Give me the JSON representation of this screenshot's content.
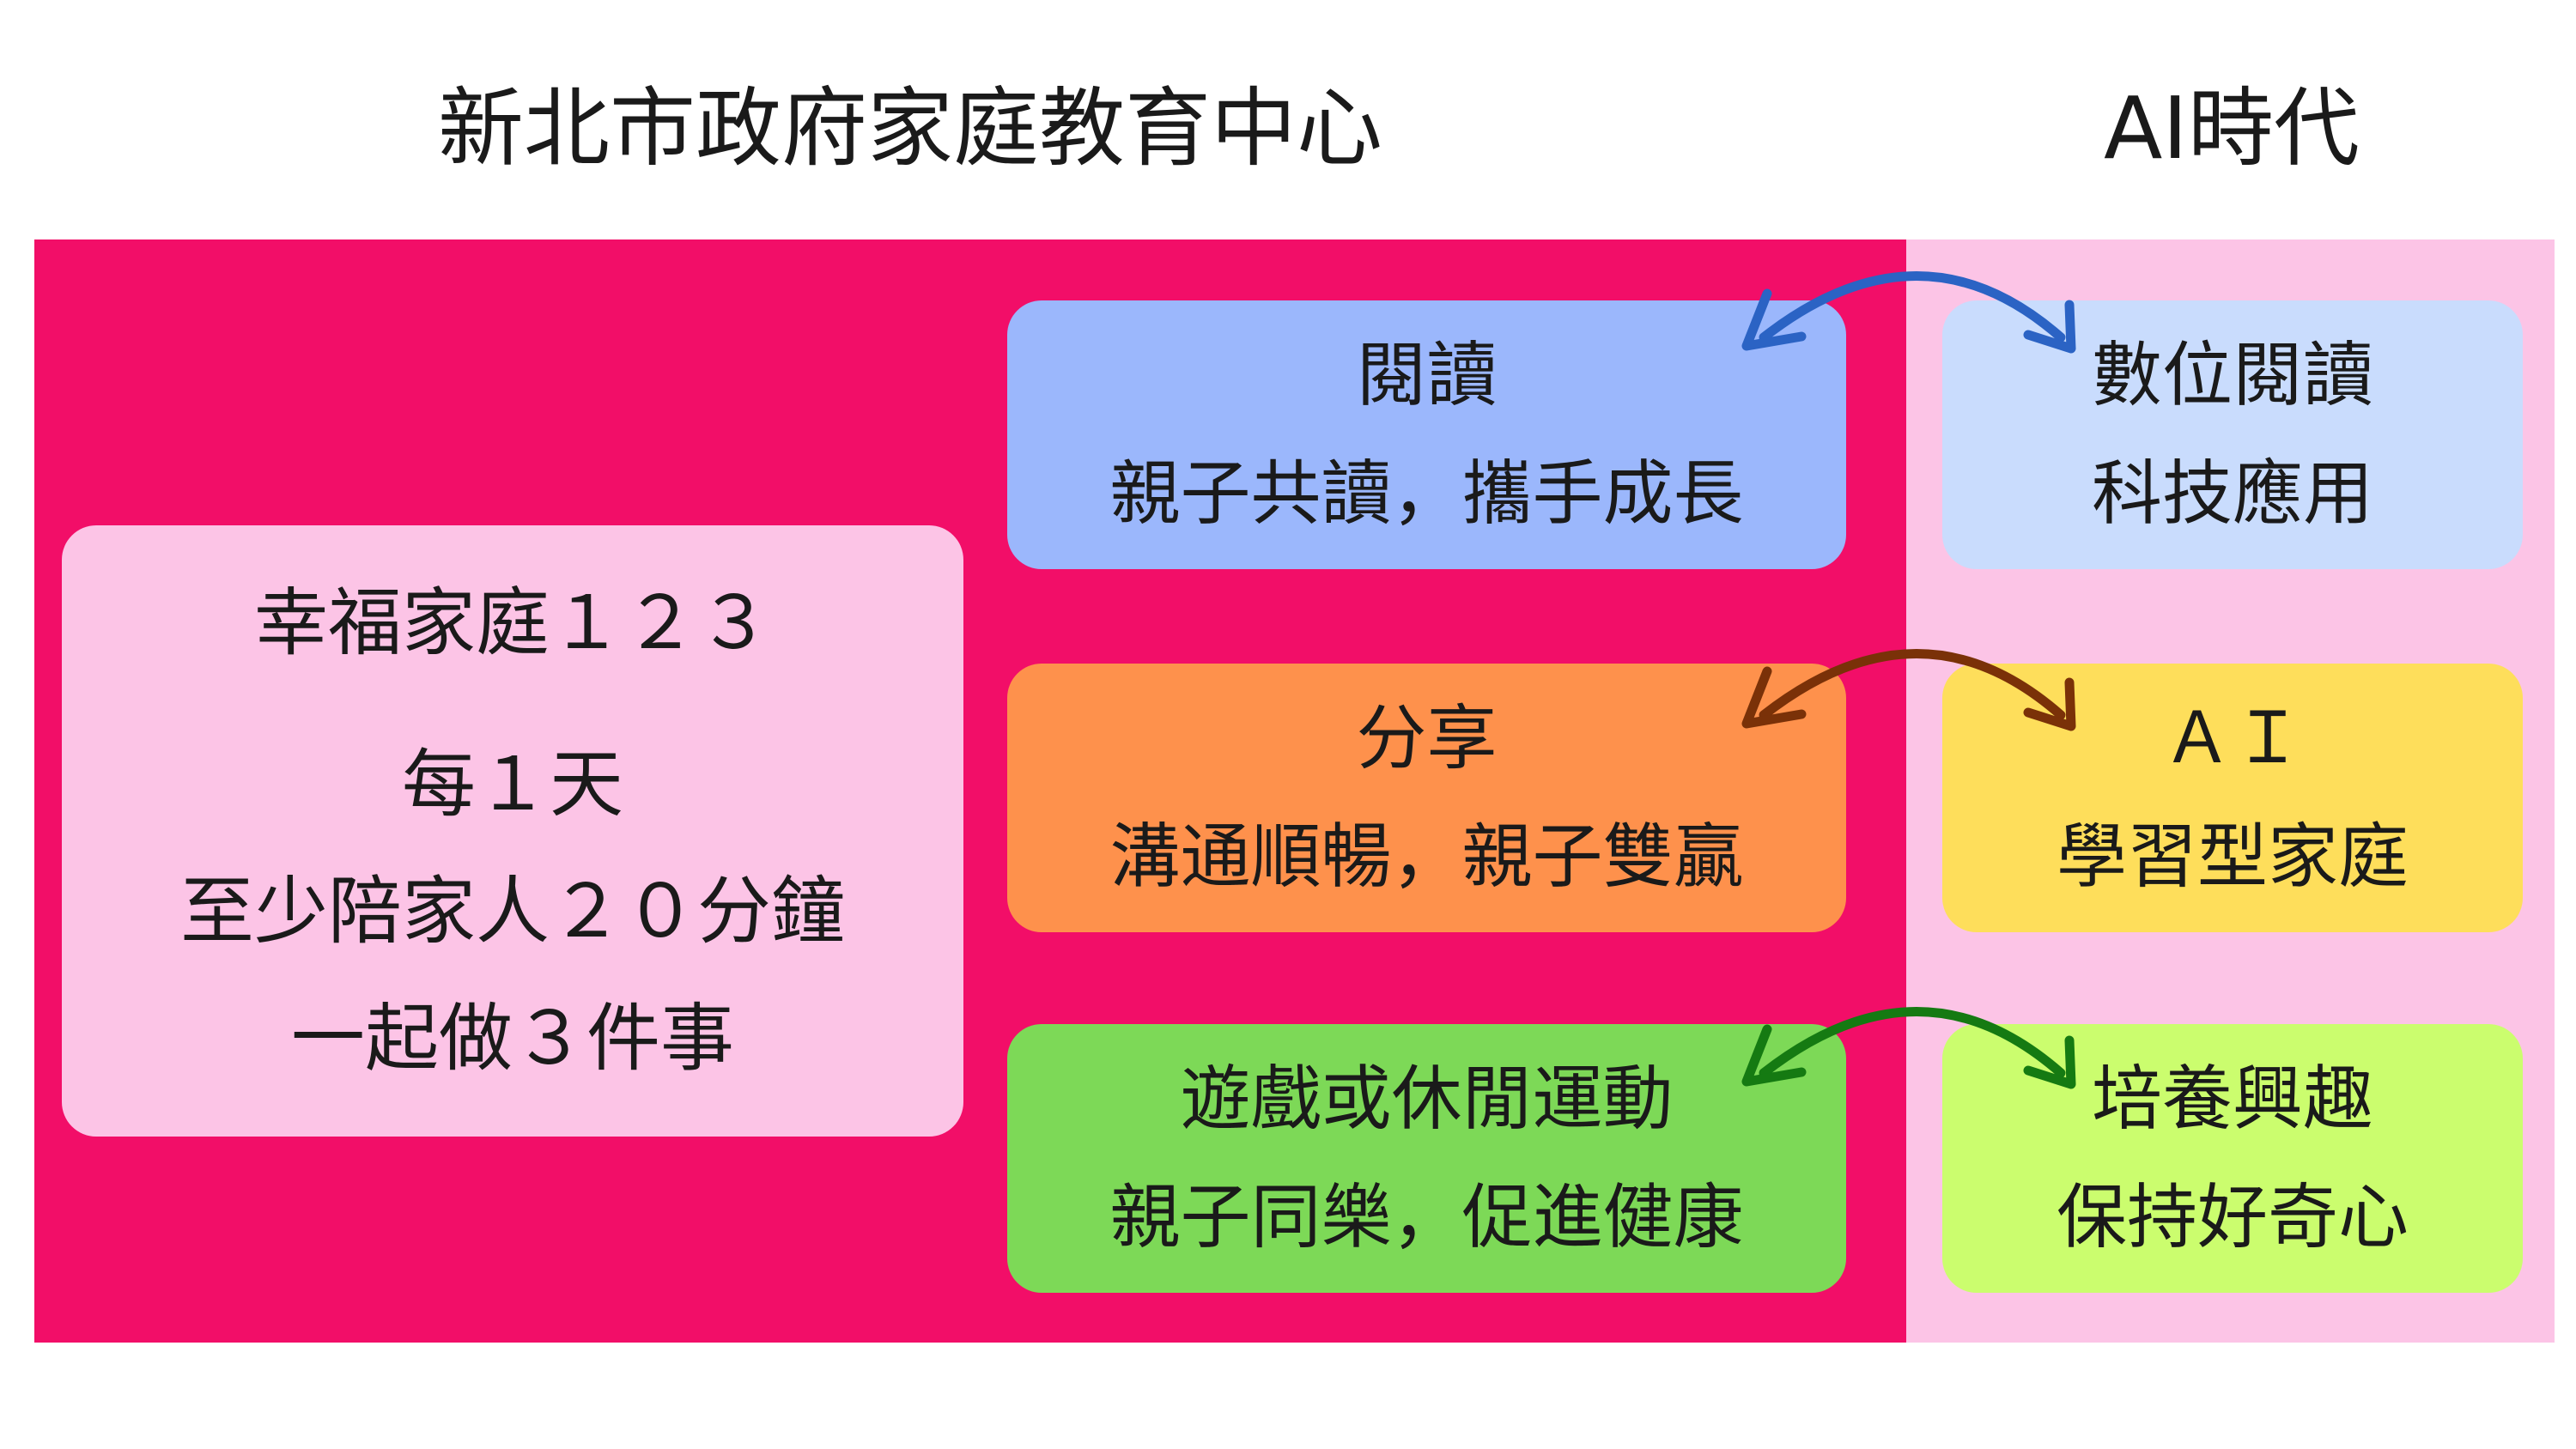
{
  "titles": {
    "left": "新北市政府家庭教育中心",
    "right": "AI時代"
  },
  "main_box": {
    "line1": "幸福家庭１２３",
    "line2": "每１天",
    "line3": "至少陪家人２０分鐘",
    "line4": "一起做３件事"
  },
  "activities": [
    {
      "title": "閱讀",
      "subtitle": "親子共讀，攜手成長",
      "color": "#9bb7fc"
    },
    {
      "title": "分享",
      "subtitle": "溝通順暢，親子雙贏",
      "color": "#fe914c"
    },
    {
      "title": "遊戲或休閒運動",
      "subtitle": "親子同樂，促進健康",
      "color": "#7dd957"
    }
  ],
  "ai_era": [
    {
      "title": "數位閱讀",
      "subtitle": "科技應用",
      "color": "#c9dcfd"
    },
    {
      "title": "ＡＩ",
      "subtitle": "學習型家庭",
      "color": "#fede5b"
    },
    {
      "title": "培養興趣",
      "subtitle": "保持好奇心",
      "color": "#cbfd6e"
    }
  ],
  "colors": {
    "left_panel": "#f20e68",
    "right_panel": "#fcc4e6",
    "arrow_blue": "#2b63c4",
    "arrow_brown": "#7a3108",
    "arrow_green": "#157a12"
  }
}
